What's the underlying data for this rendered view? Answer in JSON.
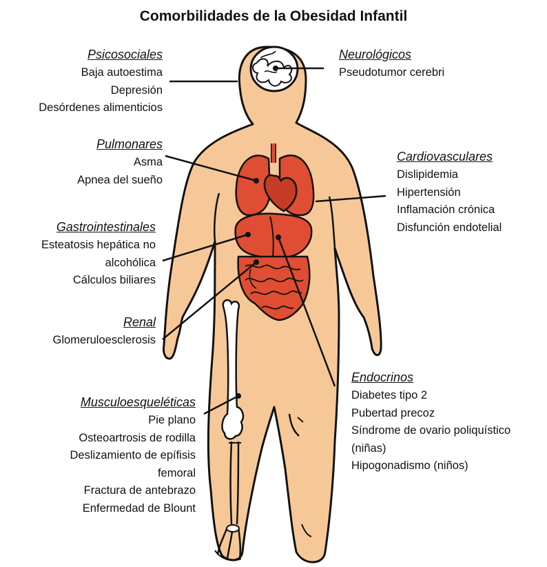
{
  "title": "Comorbilidades de la Obesidad Infantil",
  "colors": {
    "skin": "#f7c897",
    "organ": "#df4d33",
    "organ_dark": "#c63b24",
    "bone": "#ffffff",
    "outline": "#111111"
  },
  "categories": {
    "psicosociales": {
      "heading": "Psicosociales",
      "items": [
        "Baja autoestima",
        "Depresión",
        "Desórdenes alimenticios"
      ]
    },
    "neurologicos": {
      "heading": "Neurológicos",
      "items": [
        "Pseudotumor cerebri"
      ]
    },
    "pulmonares": {
      "heading": "Pulmonares",
      "items": [
        "Asma",
        "Apnea del sueño"
      ]
    },
    "cardiovasculares": {
      "heading": "Cardiovasculares",
      "items": [
        "Dislipidemia",
        "Hipertensión",
        "Inflamación crónica",
        "Disfunción endotelial"
      ]
    },
    "gastrointestinales": {
      "heading": "Gastrointestinales",
      "items": [
        "Esteatosis hepática no",
        "alcohólica",
        "Cálculos biliares"
      ]
    },
    "renal": {
      "heading": "Renal",
      "items": [
        "Glomeruloesclerosis"
      ]
    },
    "endocrinos": {
      "heading": "Endocrinos",
      "items": [
        "Diabetes tipo 2",
        "Pubertad precoz",
        "Síndrome de ovario poliquístico",
        "(niñas)",
        "Hipogonadismo (niños)"
      ]
    },
    "musculoesqueleticas": {
      "heading": "Musculoesqueléticas",
      "items": [
        "Pie plano",
        "Osteoartrosis de rodilla",
        "Deslizamiento de epífisis",
        "femoral",
        "Fractura de antebrazo",
        "Enfermedad de Blount"
      ]
    }
  }
}
